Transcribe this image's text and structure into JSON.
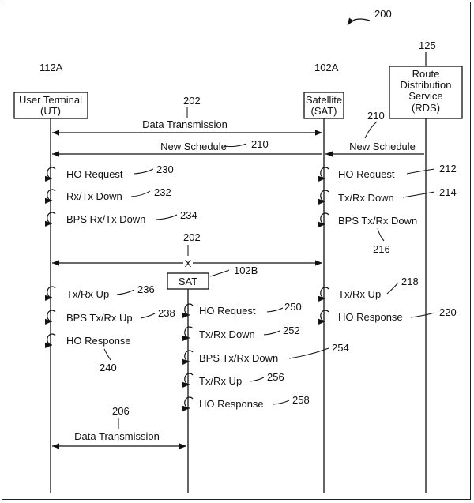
{
  "figure_number": "200",
  "entities": {
    "ut": {
      "ref": "112A",
      "line1": "User Terminal",
      "line2": "(UT)"
    },
    "sat": {
      "ref": "102A",
      "line1": "Satellite",
      "line2": "(SAT)"
    },
    "rds": {
      "ref": "125",
      "line1": "Route",
      "line2": "Distribution",
      "line3": "Service",
      "line4": "(RDS)"
    },
    "sat2": {
      "ref": "102B",
      "label": "SAT"
    }
  },
  "messages": {
    "data_tx_top": {
      "label": "Data Transmission",
      "ref": "202"
    },
    "schedule_rds": {
      "label": "New Schedule",
      "ref": "210"
    },
    "schedule_sat": {
      "label": "New Schedule",
      "ref": "210"
    },
    "link_break": {
      "label": "X",
      "ref": "202"
    },
    "data_tx_bottom": {
      "label": "Data Transmission",
      "ref": "206"
    }
  },
  "ut_steps": {
    "ho_request": {
      "label": "HO Request",
      "ref": "230"
    },
    "rxtx_down": {
      "label": "Rx/Tx Down",
      "ref": "232"
    },
    "bps_rxtx_down": {
      "label": "BPS Rx/Tx Down",
      "ref": "234"
    },
    "txrx_up": {
      "label": "Tx/Rx Up",
      "ref": "236"
    },
    "bps_txrx_up": {
      "label": "BPS Tx/Rx Up",
      "ref": "238"
    },
    "ho_response": {
      "label": "HO Response",
      "ref": "240"
    }
  },
  "sat_steps": {
    "ho_request": {
      "label": "HO Request",
      "ref": "212"
    },
    "txrx_down": {
      "label": "Tx/Rx Down",
      "ref": "214"
    },
    "bps_txrx_down": {
      "label": "BPS Tx/Rx Down",
      "ref": "216"
    },
    "txrx_up": {
      "label": "Tx/Rx Up",
      "ref": "218"
    },
    "ho_response": {
      "label": "HO Response",
      "ref": "220"
    }
  },
  "sat2_steps": {
    "ho_request": {
      "label": "HO Request",
      "ref": "250"
    },
    "txrx_down": {
      "label": "Tx/Rx Down",
      "ref": "252"
    },
    "bps_txrx_down": {
      "label": "BPS Tx/Rx Down",
      "ref": "254"
    },
    "txrx_up": {
      "label": "Tx/Rx Up",
      "ref": "256"
    },
    "ho_response": {
      "label": "HO Response",
      "ref": "258"
    }
  }
}
